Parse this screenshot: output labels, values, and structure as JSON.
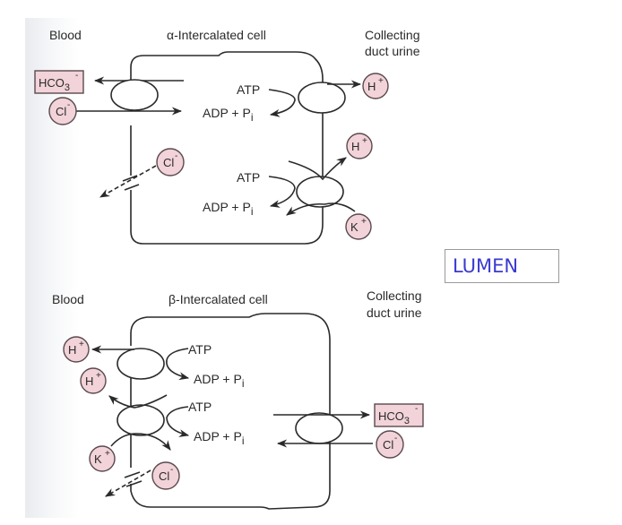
{
  "colors": {
    "ion_fill": "#f2d3d9",
    "ion_stroke": "#5a4a4e",
    "lumen_text": "#3a3ad0",
    "line": "#2a2a2a"
  },
  "lumen_label": "LUMEN",
  "alpha_panel": {
    "left_label": "Blood",
    "title": "α-Intercalated cell",
    "right_label_line1": "Collecting",
    "right_label_line2": "duct urine",
    "exchanger_out": "HCO3",
    "exchanger_out_charge": "-",
    "exchanger_in": "Cl",
    "exchanger_in_charge": "-",
    "pump1": {
      "atp": "ATP",
      "adp": "ADP + P",
      "adp_sub": "i",
      "ion": "H",
      "ion_charge": "+"
    },
    "pump2": {
      "atp": "ATP",
      "adp": "ADP + P",
      "adp_sub": "i",
      "ion_out": "H",
      "ion_out_charge": "+",
      "ion_in": "K",
      "ion_in_charge": "+"
    },
    "channel_ion": "Cl",
    "channel_ion_charge": "-"
  },
  "beta_panel": {
    "left_label": "Blood",
    "title": "β-Intercalated cell",
    "right_label_line1": "Collecting",
    "right_label_line2": "duct urine",
    "pump1": {
      "atp": "ATP",
      "adp": "ADP + P",
      "adp_sub": "i",
      "ion": "H",
      "ion_charge": "+"
    },
    "pump2": {
      "atp": "ATP",
      "adp": "ADP + P",
      "adp_sub": "i",
      "ion_out": "H",
      "ion_out_charge": "+",
      "ion_in": "K",
      "ion_in_charge": "+"
    },
    "channel_ion": "Cl",
    "channel_ion_charge": "-",
    "exchanger_out": "HCO3",
    "exchanger_out_charge": "-",
    "exchanger_in": "Cl",
    "exchanger_in_charge": "-"
  }
}
